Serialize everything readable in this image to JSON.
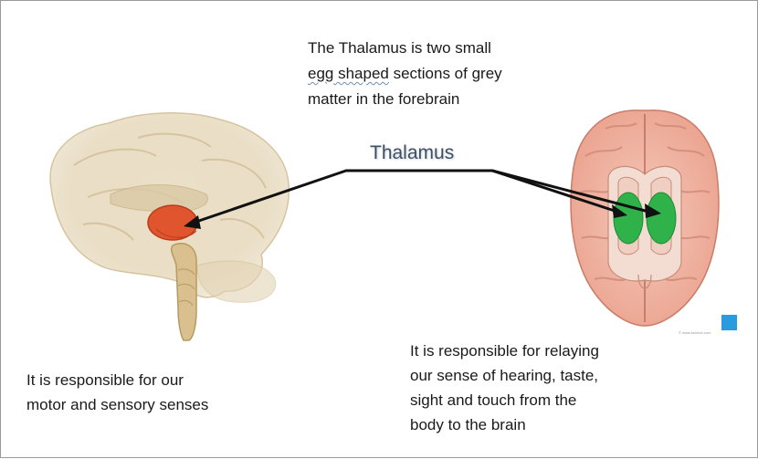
{
  "intro": {
    "line1": "The Thalamus is two small",
    "line2_underlined": "egg shaped",
    "line2_rest": " sections of grey",
    "line3": "matter in the forebrain"
  },
  "label": "Thalamus",
  "left_description": {
    "line1": "It is responsible for our",
    "line2": "motor and sensory senses"
  },
  "right_description": {
    "line1": "It is responsible for relaying",
    "line2": "our sense of hearing, taste,",
    "line3": "sight and touch from the",
    "line4": "body to the brain"
  },
  "image_credit": "© www.kenhub.com",
  "colors": {
    "thalamus_left": "#e0542e",
    "thalamus_right": "#2fb24a",
    "brain_tan": "#e3d3b2",
    "brain_pink": "#f2b7a6",
    "arrow": "#111111",
    "badge": "#2b9be0"
  }
}
